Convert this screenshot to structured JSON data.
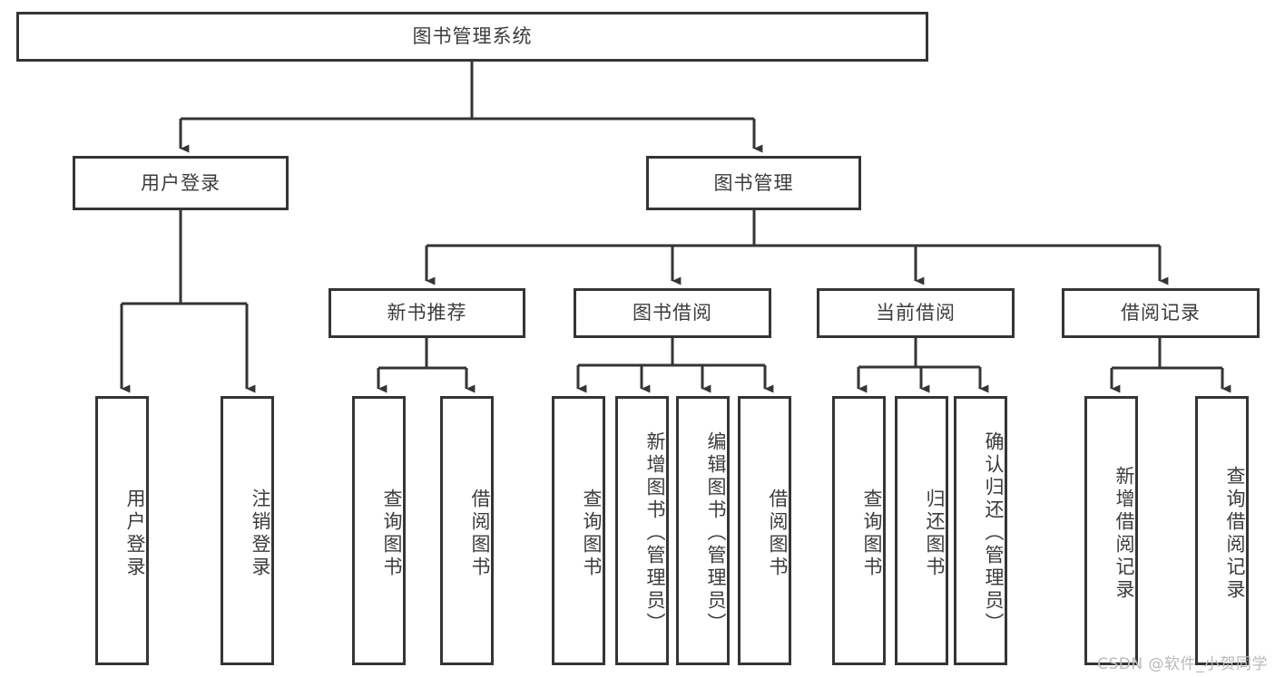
{
  "diagram": {
    "title": "图书管理系统",
    "type": "hierarchy-tree",
    "line_color": "#353535",
    "box_fill": "#ffffff",
    "text_color": "#3c3c3c",
    "root": {
      "label": "图书管理系统"
    },
    "level1": [
      {
        "label": "用户登录"
      },
      {
        "label": "图书管理"
      }
    ],
    "level2": [
      {
        "label": "新书推荐"
      },
      {
        "label": "图书借阅"
      },
      {
        "label": "当前借阅"
      },
      {
        "label": "借阅记录"
      }
    ],
    "leaves": {
      "user_login": [
        {
          "label": "用户登录"
        },
        {
          "label": "注销登录"
        }
      ],
      "new_book": [
        {
          "label": "查询图书"
        },
        {
          "label": "借阅图书"
        }
      ],
      "book_borrow": [
        {
          "label": "查询图书"
        },
        {
          "label": "新增图书（管理员）"
        },
        {
          "label": "编辑图书（管理员）"
        },
        {
          "label": "借阅图书"
        }
      ],
      "current_borrow": [
        {
          "label": "查询图书"
        },
        {
          "label": "归还图书"
        },
        {
          "label": "确认归还（管理员）"
        }
      ],
      "borrow_record": [
        {
          "label": "新增借阅记录"
        },
        {
          "label": "查询借阅记录"
        }
      ]
    }
  },
  "watermark": {
    "text": "CSDN @软件_小贺同学"
  }
}
